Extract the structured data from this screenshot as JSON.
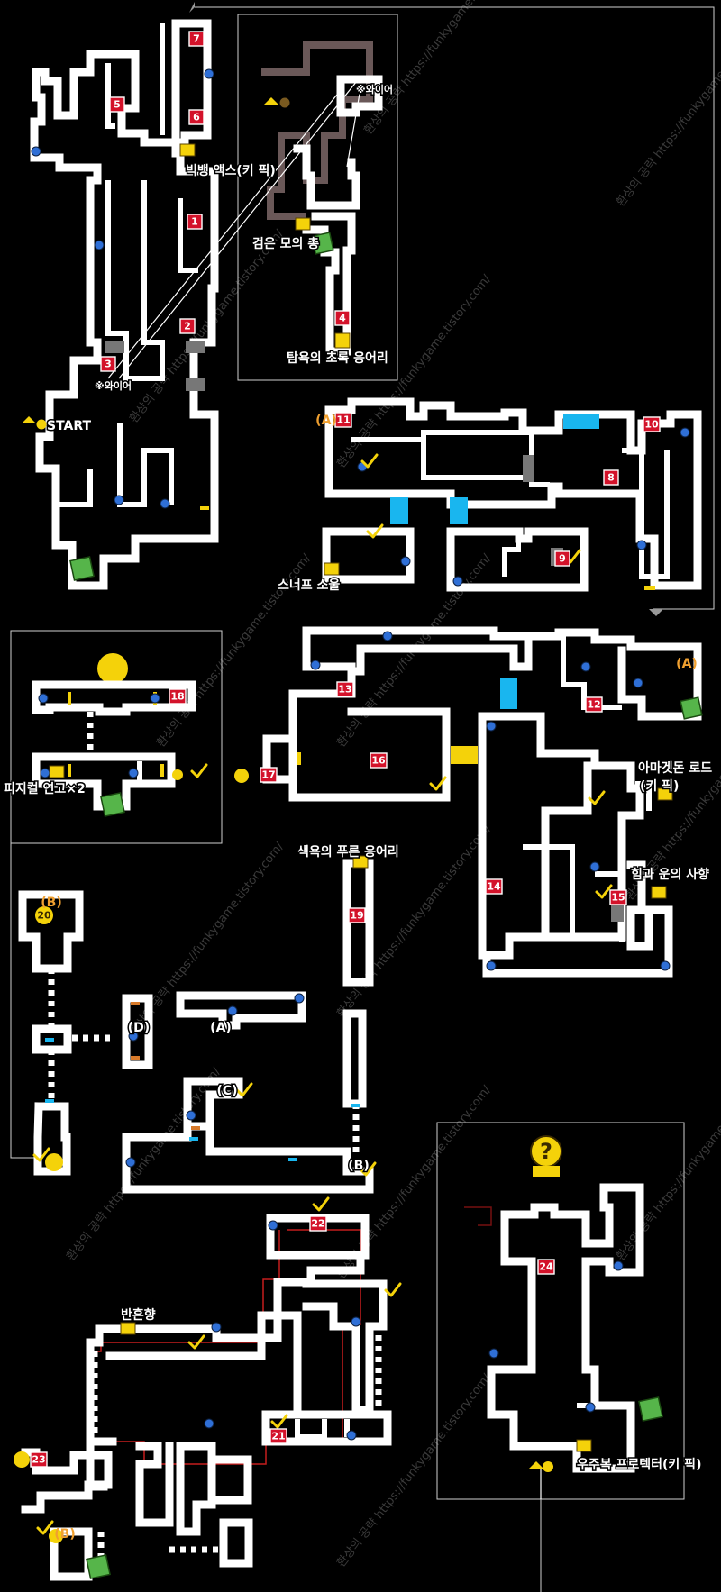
{
  "watermark": "환상의 공략 https://funkygame.tistory.com/",
  "start_label": "START",
  "wire_label": "※와이어",
  "rooms": [
    "1",
    "2",
    "3",
    "4",
    "5",
    "6",
    "7",
    "8",
    "9",
    "10",
    "11",
    "12",
    "13",
    "14",
    "15",
    "16",
    "17",
    "18",
    "19",
    "20",
    "21",
    "22",
    "23",
    "24"
  ],
  "letters": {
    "a": "(A)",
    "b": "(B)",
    "c": "(C)",
    "d": "(D)"
  },
  "items": {
    "big_bang": "빅뱅 액스(키 픽)",
    "black_hat": "검은 모의 총",
    "greed_green": "탐욕의 초록 응어리",
    "snuff_soul": "스너프 소울",
    "physical": "피지컬 연고×2",
    "armageddon1": "아마겟돈 로드",
    "armageddon2": "(키 픽)",
    "lust_blue": "색욕의 푸른 응어리",
    "power_luck": "힘과 운의 사향",
    "hanhonhyang": "반혼향",
    "space_suit": "우주복 프로텍터(키 픽)"
  },
  "colors": {
    "wall": "#ffffff",
    "room_tag": "#d3122a",
    "blue_point": "#2f6fd6",
    "water": "#19b6ef",
    "gold": "#f4d20a",
    "safe_room": "#56b54a",
    "route": "#c51d1d"
  },
  "icons": [
    "save-room-icon",
    "treasure-chest-icon",
    "stairs-icon",
    "checkmark-icon",
    "shadow-point-icon",
    "unknown-shadow-icon"
  ]
}
